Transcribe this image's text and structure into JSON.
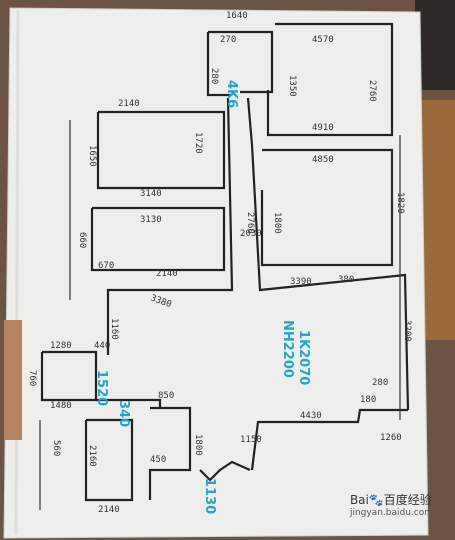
{
  "watermark": {
    "brand": "Bai🐾百度经验",
    "url": "jingyan.baidu.com"
  },
  "labels": [
    "1640",
    "270",
    "4570",
    "2760",
    "280",
    "1350",
    "2140",
    "4910",
    "1720",
    "4850",
    "1650",
    "3140",
    "1800",
    "3130",
    "1820",
    "660",
    "2140",
    "670",
    "2760",
    "2030",
    "1160",
    "3380",
    "3390",
    "3200",
    "440",
    "1280",
    "1480",
    "760",
    "850",
    "450",
    "280",
    "180",
    "4430",
    "2140",
    "1150",
    "1260",
    "1800",
    "2160",
    "560",
    "380"
  ],
  "blue_notes": [
    "1K2070",
    "NH2200",
    "4K6",
    "1520",
    "340",
    "1130"
  ]
}
